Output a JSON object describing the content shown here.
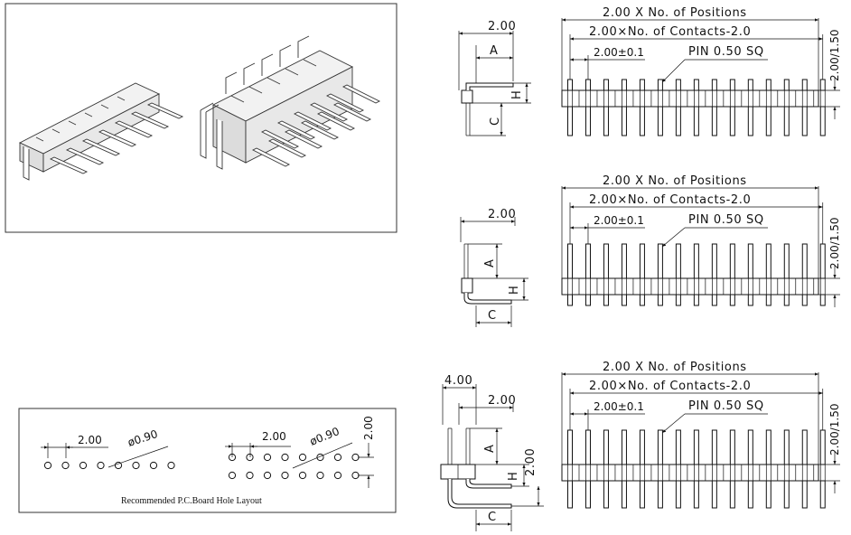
{
  "photo": {
    "single_row_label": "",
    "dual_row_label": ""
  },
  "pcb": {
    "caption": "Recommended P.C.Board Hole Layout",
    "pitch_single": "2.00",
    "hole_single": "ø0.90",
    "pitch_dual": "2.00",
    "hole_dual": "ø0.90",
    "row_spacing": "2.00"
  },
  "views": [
    {
      "id": "single-row-top",
      "side_top": "2.00",
      "label_a": "A",
      "label_h": "H",
      "label_c": "C",
      "front_total": "2.00 X No. of Positions",
      "front_contacts": "2.00×No. of Contacts-2.0",
      "front_pitch": "2.00±0.1",
      "front_pin": "PIN 0.50 SQ",
      "front_height": "2.00/1.50"
    },
    {
      "id": "single-row-bottom",
      "side_top": "2.00",
      "label_a": "A",
      "label_h": "H",
      "label_c": "C",
      "front_total": "2.00 X No. of Positions",
      "front_contacts": "2.00×No. of Contacts-2.0",
      "front_pitch": "2.00±0.1",
      "front_pin": "PIN 0.50 SQ",
      "front_height": "2.00/1.50"
    },
    {
      "id": "dual-row",
      "side_outer": "4.00",
      "side_top": "2.00",
      "label_a": "A",
      "label_h": "H",
      "label_c": "C",
      "side_right": "2.00",
      "front_total": "2.00 X No. of Positions",
      "front_contacts": "2.00×No. of Contacts-2.0",
      "front_pitch": "2.00±0.1",
      "front_pin": "PIN 0.50 SQ",
      "front_height": "2.00/1.50"
    }
  ]
}
